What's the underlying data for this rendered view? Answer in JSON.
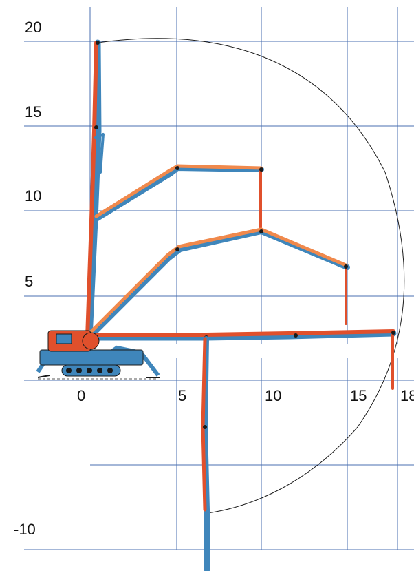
{
  "title": "",
  "axis_labels": {
    "y": [
      "20",
      "15",
      "10",
      "5",
      "-10"
    ],
    "x": [
      "0",
      "5",
      "10",
      "15",
      "18"
    ]
  },
  "colors": {
    "grid": "#4a6fb0",
    "boom_primary": "#e0502c",
    "boom_secondary": "#f0894c",
    "steel_blue": "#3f86bb",
    "outline": "#1a1a1a"
  },
  "reach_envelope": {
    "max_height_m": 20,
    "max_reach_m": 18,
    "max_depth_m": -10
  }
}
